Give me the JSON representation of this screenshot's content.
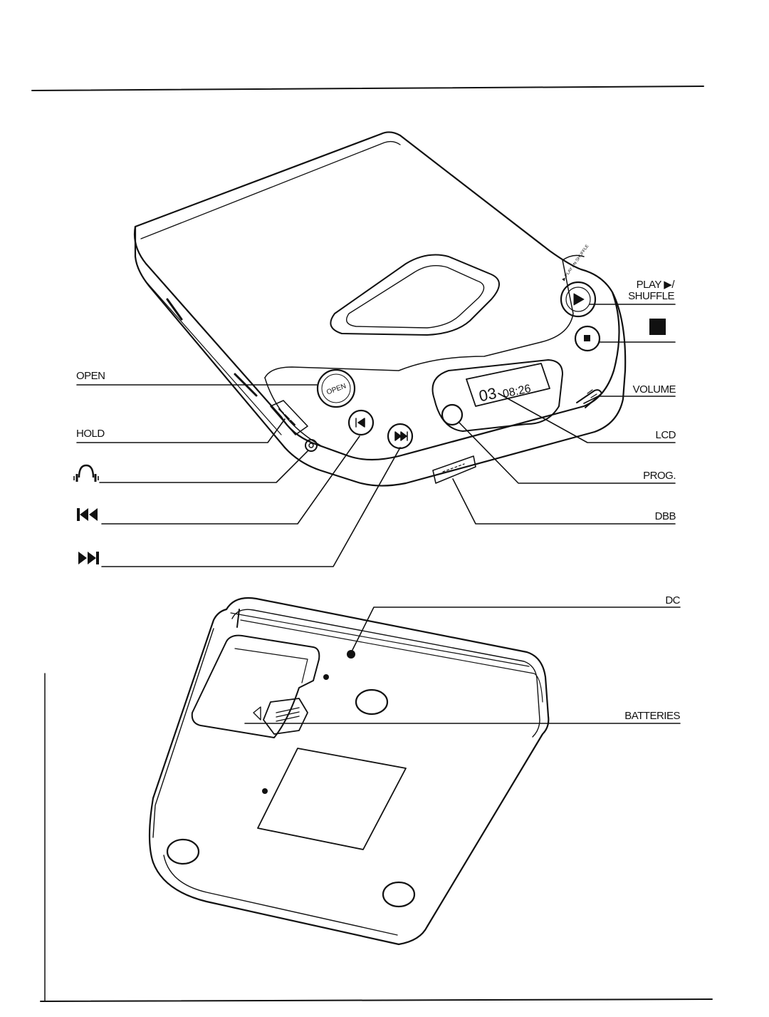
{
  "figure": {
    "labels_left": {
      "open": "OPEN",
      "hold": "HOLD"
    },
    "labels_right": {
      "play_shuffle_line1": "PLAY ▶/",
      "play_shuffle_line2": "SHUFFLE",
      "volume": "VOLUME",
      "lcd": "LCD",
      "prog": "PROG.",
      "dbb": "DBB",
      "dc": "DC",
      "batteries": "BATTERIES"
    },
    "icons": {
      "headphones": "headphones-icon",
      "previous": "skip-previous-icon",
      "next": "skip-next-icon",
      "stop": "stop-icon"
    },
    "device_printing": {
      "open_button_text": "OPEN",
      "lcd_track": "03",
      "lcd_time": "08:26",
      "play_button_caption": "▶ PLAY / ⇆ SHUFFLE"
    }
  }
}
